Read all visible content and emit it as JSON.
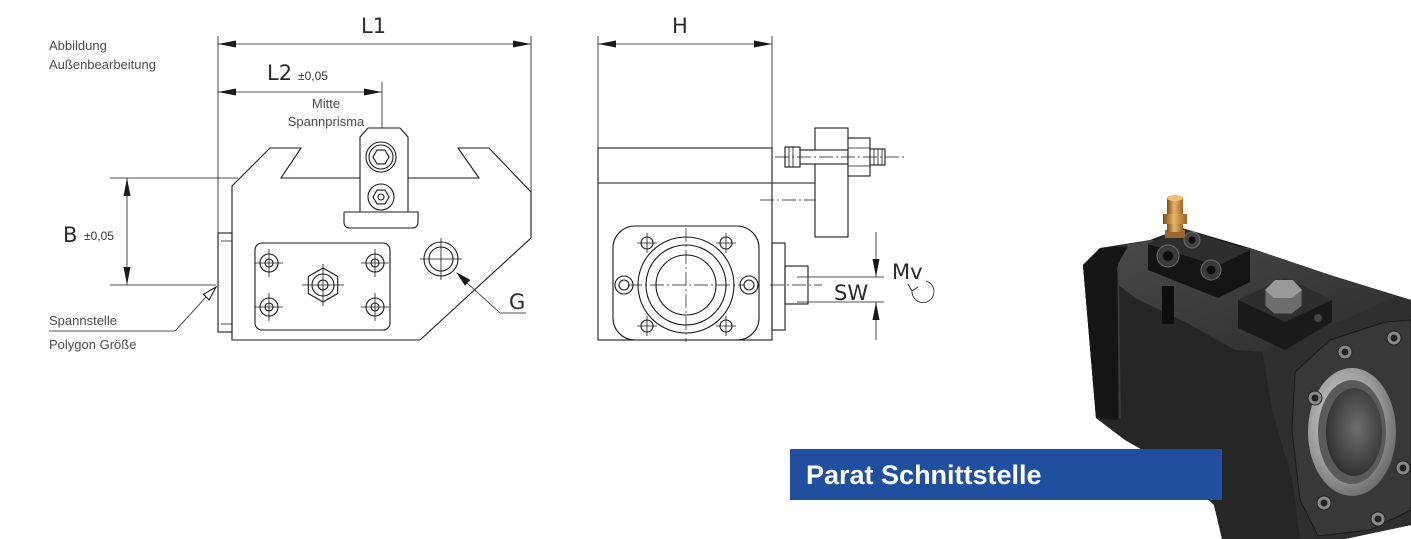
{
  "side_view": {
    "caption_line1": "Abbildung",
    "caption_line2": "Außenbearbeitung",
    "dim_l1": "L1",
    "dim_l2": "L2",
    "dim_l2_tolerance": "±0,05",
    "center_label_line1": "Mitte",
    "center_label_line2": "Spannprisma",
    "dim_b": "B",
    "dim_b_tolerance": "±0,05",
    "interface_label_line1": "Spannstelle",
    "interface_label_line2": "Polygon Größe",
    "thread_label": "G"
  },
  "front_view": {
    "dim_h": "H",
    "dim_sw": "SW",
    "torque_label": "Mv"
  },
  "banner": {
    "title": "Parat Schnittstelle",
    "background_color": "#1f4f9e",
    "text_color": "#ffffff"
  },
  "colors": {
    "line": "#1a1a1a",
    "label": "#4a4a4a"
  }
}
